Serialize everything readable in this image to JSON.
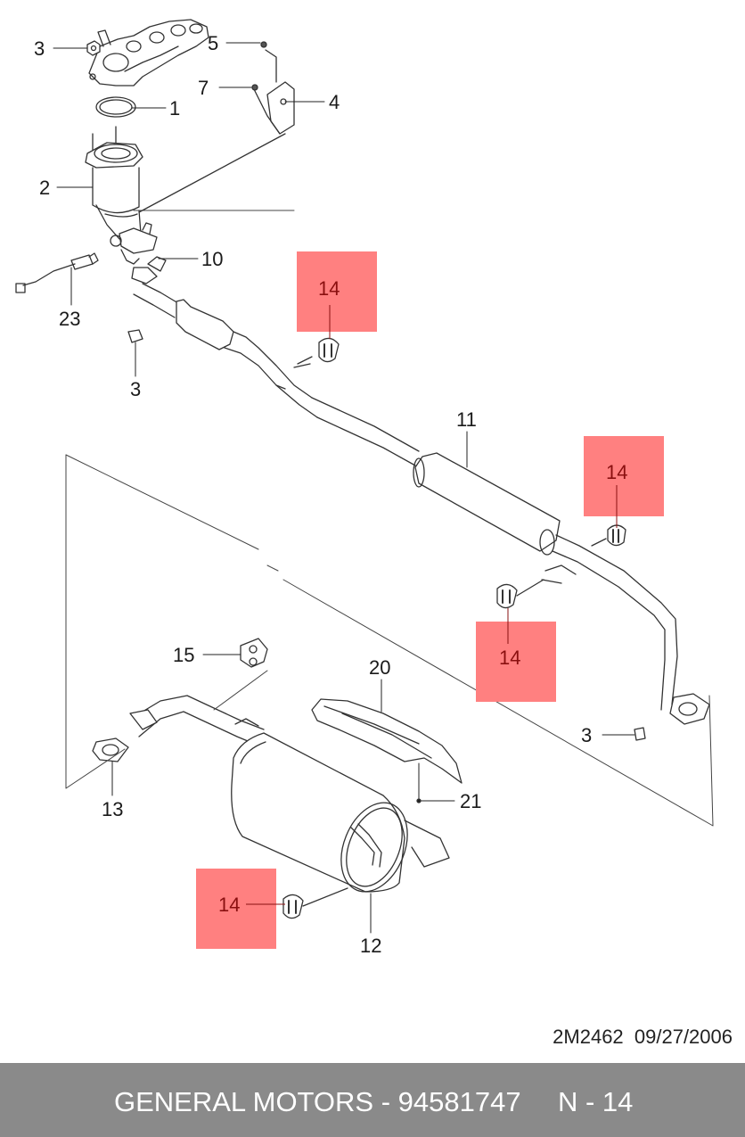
{
  "diagram": {
    "callouts": [
      {
        "id": "c3a",
        "text": "3"
      },
      {
        "id": "c5",
        "text": "5"
      },
      {
        "id": "c7",
        "text": "7"
      },
      {
        "id": "c4",
        "text": "4"
      },
      {
        "id": "c1",
        "text": "1"
      },
      {
        "id": "c2",
        "text": "2"
      },
      {
        "id": "c10",
        "text": "10"
      },
      {
        "id": "c23",
        "text": "23"
      },
      {
        "id": "c3b",
        "text": "3"
      },
      {
        "id": "c11",
        "text": "11"
      },
      {
        "id": "c15",
        "text": "15"
      },
      {
        "id": "c20",
        "text": "20"
      },
      {
        "id": "c3c",
        "text": "3"
      },
      {
        "id": "c13",
        "text": "13"
      },
      {
        "id": "c21",
        "text": "21"
      },
      {
        "id": "c12",
        "text": "12"
      }
    ],
    "highlighted_part": "14",
    "highlight_color": "#ff8080",
    "highlight_text_color": "#8a1010"
  },
  "stamp": "2M2462  09/27/2006",
  "footer": {
    "left": "GENERAL MOTORS - 94581747",
    "right": "N - 14",
    "background": "#8a8a8a"
  }
}
